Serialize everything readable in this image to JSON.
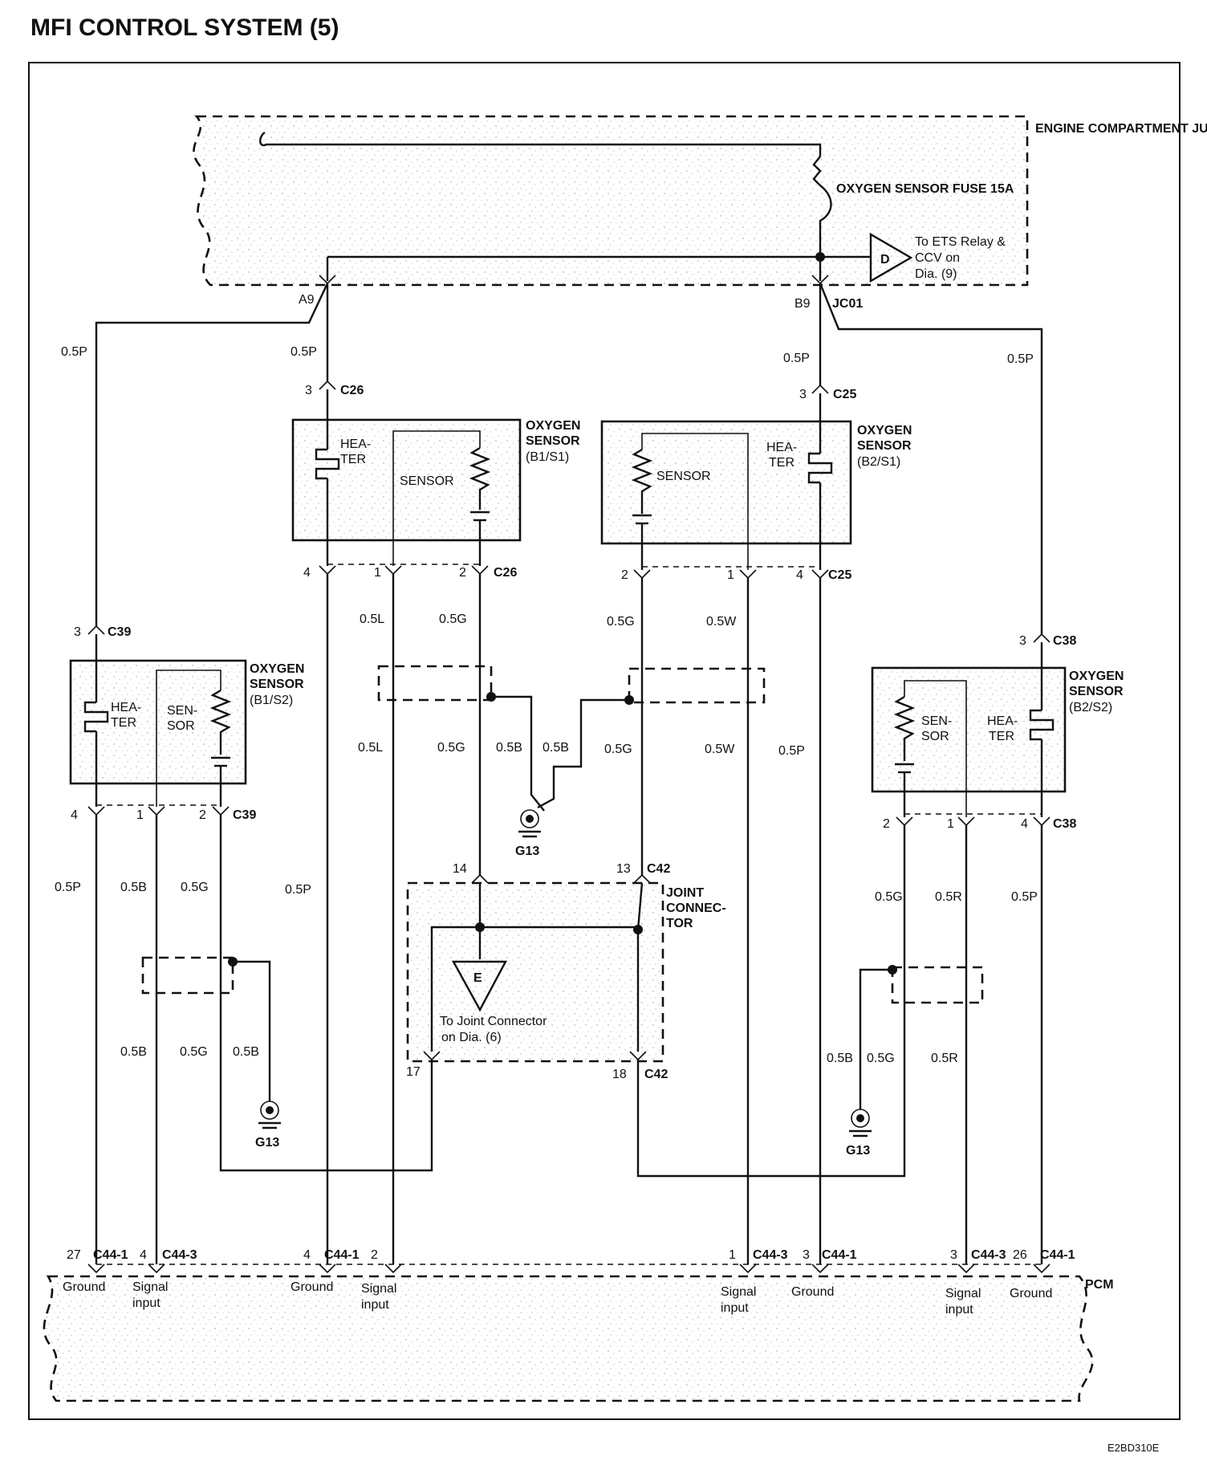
{
  "title": "MFI CONTROL SYSTEM (5)",
  "footer_code": "E2BD310E",
  "junction_block": {
    "name": "ENGINE COMPARTMENT JUNCTION BLOCK",
    "fuse": "OXYGEN SENSOR FUSE 15A",
    "left_terminal": "A9",
    "right_terminal": "B9",
    "connector": "JC01",
    "offpage_d": {
      "letter": "D",
      "text_1": "To ETS Relay &",
      "text_2": "CCV on",
      "text_3": "Dia. (9)"
    }
  },
  "sensors": {
    "b1s1": {
      "name_1": "OXYGEN",
      "name_2": "SENSOR",
      "position": "(B1/S1)",
      "heater_1": "HEA-",
      "heater_2": "TER",
      "sensor": "SENSOR",
      "top_pin": "3",
      "top_conn": "C26",
      "bottom_pins": [
        "4",
        "1",
        "2"
      ],
      "bottom_conn": "C26"
    },
    "b2s1": {
      "name_1": "OXYGEN",
      "name_2": "SENSOR",
      "position": "(B2/S1)",
      "heater_1": "HEA-",
      "heater_2": "TER",
      "sensor": "SENSOR",
      "top_pin": "3",
      "top_conn": "C25",
      "bottom_pins": [
        "2",
        "1",
        "4"
      ],
      "bottom_conn": "C25"
    },
    "b1s2": {
      "name_1": "OXYGEN",
      "name_2": "SENSOR",
      "position": "(B1/S2)",
      "heater_1": "HEA-",
      "heater_2": "TER",
      "sensor_1": "SEN-",
      "sensor_2": "SOR",
      "top_pin": "3",
      "top_conn": "C39",
      "bottom_pins": [
        "4",
        "1",
        "2"
      ],
      "bottom_conn": "C39"
    },
    "b2s2": {
      "name_1": "OXYGEN",
      "name_2": "SENSOR",
      "position": "(B2/S2)",
      "heater_1": "HEA-",
      "heater_2": "TER",
      "sensor_1": "SEN-",
      "sensor_2": "SOR",
      "top_pin": "3",
      "top_conn": "C38",
      "bottom_pins": [
        "2",
        "1",
        "4"
      ],
      "bottom_conn": "C38"
    }
  },
  "joint_connector": {
    "name_1": "JOINT",
    "name_2": "CONNEC-",
    "name_3": "TOR",
    "pin_14": "14",
    "pin_13": "13",
    "pin_17": "17",
    "pin_18": "18",
    "conn": "C42",
    "offpage_e": {
      "letter": "E",
      "text_1": "To Joint Connector",
      "text_2": "on Dia. (6)"
    }
  },
  "ground": "G13",
  "wires": {
    "p": "0.5P",
    "l": "0.5L",
    "g": "0.5G",
    "b": "0.5B",
    "w": "0.5W",
    "r": "0.5R"
  },
  "pcm": {
    "name": "PCM",
    "pins": [
      {
        "pin": "27",
        "conn": "C44-1",
        "label_1": "Ground",
        "label_2": ""
      },
      {
        "pin": "4",
        "conn": "C44-3",
        "label_1": "Signal",
        "label_2": "input"
      },
      {
        "pin": "4",
        "conn": "C44-1",
        "label_1": "Ground",
        "label_2": ""
      },
      {
        "pin": "2",
        "conn": "",
        "label_1": "Signal",
        "label_2": "input"
      },
      {
        "pin": "1",
        "conn": "C44-3",
        "label_1": "Signal",
        "label_2": "input"
      },
      {
        "pin": "3",
        "conn": "C44-1",
        "label_1": "Ground",
        "label_2": ""
      },
      {
        "pin": "3",
        "conn": "C44-3",
        "label_1": "Signal",
        "label_2": "input"
      },
      {
        "pin": "26",
        "conn": "C44-1",
        "label_1": "Ground",
        "label_2": ""
      }
    ]
  }
}
